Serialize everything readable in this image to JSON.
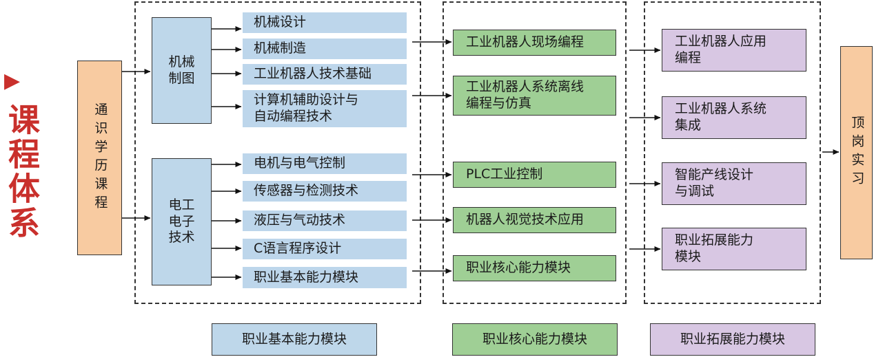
{
  "title": "课程体系",
  "general": "通识学历课程",
  "groups": {
    "mech": "机械\n制图",
    "elec": "电工\n电子\n技术"
  },
  "basic_courses": [
    "机械设计",
    "机械制造",
    "工业机器人技术基础",
    "计算机辅助设计与\n自动编程技术",
    "电机与电气控制",
    "传感器与检测技术",
    "液压与气动技术",
    "C语言程序设计",
    "职业基本能力模块"
  ],
  "core_courses": [
    "工业机器人现场编程",
    "工业机器人系统离线\n编程与仿真",
    "PLC工业控制",
    "机器人视觉技术应用",
    "职业核心能力模块"
  ],
  "ext_courses": [
    "工业机器人应用\n编程",
    "工业机器人系统\n集成",
    "智能产线设计\n与调试",
    "职业拓展能力\n模块"
  ],
  "internship": "顶岗实习",
  "legend": [
    "职业基本能力模块",
    "职业核心能力模块",
    "职业拓展能力模块"
  ],
  "colors": {
    "title": "#c9302c",
    "basic": "#bed7ea",
    "core": "#9fcf95",
    "ext": "#d8c7e3",
    "orange": "#f8cba1"
  }
}
